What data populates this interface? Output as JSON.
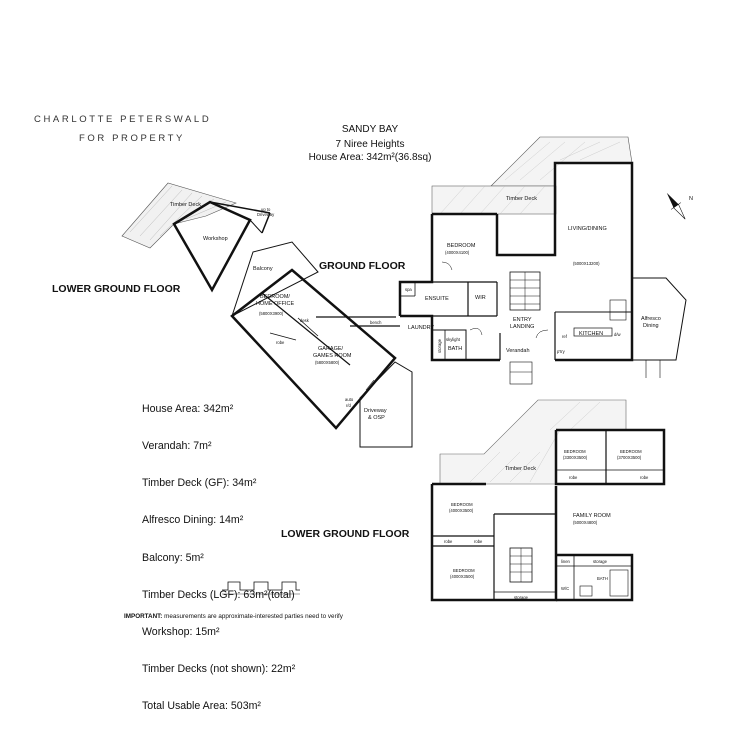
{
  "brand": {
    "line1": "CHARLOTTE PETERSWALD",
    "line2": "FOR PROPERTY"
  },
  "property": {
    "suburb": "SANDY BAY",
    "address": "7 Niree Heights",
    "house_area": "House Area: 342m²(36.8sq)"
  },
  "floor_labels": {
    "ground": "GROUND FLOOR",
    "lower_ground_left": "LOWER GROUND FLOOR",
    "lower_ground_bottom": "LOWER GROUND FLOOR"
  },
  "areas": [
    "House Area: 342m²",
    "Verandah: 7m²",
    "Timber Deck (GF): 34m²",
    "Alfresco Dining: 14m²",
    "Balcony: 5m²",
    "Timber Decks (LGF): 63m²(total)",
    "Workshop: 15m²",
    "Timber Decks (not shown): 22m²",
    "Total Usable Area: 503m²"
  ],
  "rooms": {
    "timber_deck_lgf": "Timber Deck",
    "workshop": "Workshop",
    "up_to_driveway": "up to",
    "up_to_driveway2": "Driveway",
    "balcony": "Balcony",
    "bedroom_office": "BEDROOM/",
    "bedroom_office2": "HOME OFFICE",
    "bedroom_office_dim": "(5800X3900)",
    "desk": "desk",
    "robe": "robe",
    "garage": "GARAGE/",
    "garage2": "GAMES ROOM",
    "garage_dim": "(5800X5800)",
    "auto_rd": "auto",
    "auto_rd2": "r/d",
    "driveway": "Driveway",
    "driveway2": "& OSP",
    "bench": "bench",
    "laundry": "LAUNDRY",
    "timber_deck_gf": "Timber Deck",
    "bedroom_gf": "BEDROOM",
    "bedroom_gf_dim": "(4000X4100)",
    "spa": "spa",
    "ensuite": "ENSUITE",
    "wir": "WIR",
    "entry": "ENTRY",
    "landing": "LANDING",
    "skylight": "skylight",
    "bath": "BATH",
    "storage_v": "storage",
    "verandah": "Verandah",
    "living": "LIVING/DINING",
    "living_dim": "(5000X13200)",
    "kitchen": "KITCHEN",
    "ref": "ref",
    "dw": "d/w",
    "pantry": "p'try",
    "alfresco": "Alfresco",
    "alfresco2": "Dining",
    "timber_deck_lower": "Timber Deck",
    "bed_a": "BEDROOM",
    "bed_a_dim": "(3300X3500)",
    "bed_b": "BEDROOM",
    "bed_b_dim": "(3700X3500)",
    "bed_c": "BEDROOM",
    "bed_c_dim": "(4000X3500)",
    "bed_d": "BEDROOM",
    "bed_d_dim": "(4000X3500)",
    "family": "FAMILY ROOM",
    "family_dim": "(5000X4800)",
    "linen": "linen",
    "storage": "storage",
    "wc": "W/C",
    "bath_lower": "BATH"
  },
  "disclaimer_bold": "IMPORTANT:",
  "disclaimer_text": " measurements are approximate-interested parties need to verify",
  "compass_letter": "N"
}
